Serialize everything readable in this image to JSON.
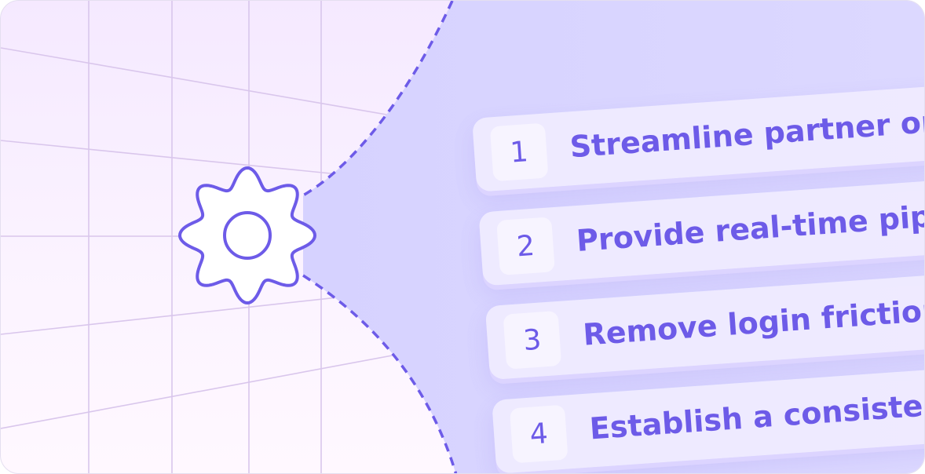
{
  "goals": [
    {
      "number": "1",
      "text": "Streamline partner onboa"
    },
    {
      "number": "2",
      "text": "Provide real-time pipelin"
    },
    {
      "number": "3",
      "text": "Remove login friction fr"
    },
    {
      "number": "4",
      "text": "Establish a consistent"
    }
  ],
  "colors": {
    "accent": "#6d5be8",
    "panel": "#d9d6ff",
    "background": "#f7eeff",
    "row_background": "#f0ecff"
  },
  "icons": {
    "center": "gear-icon"
  }
}
